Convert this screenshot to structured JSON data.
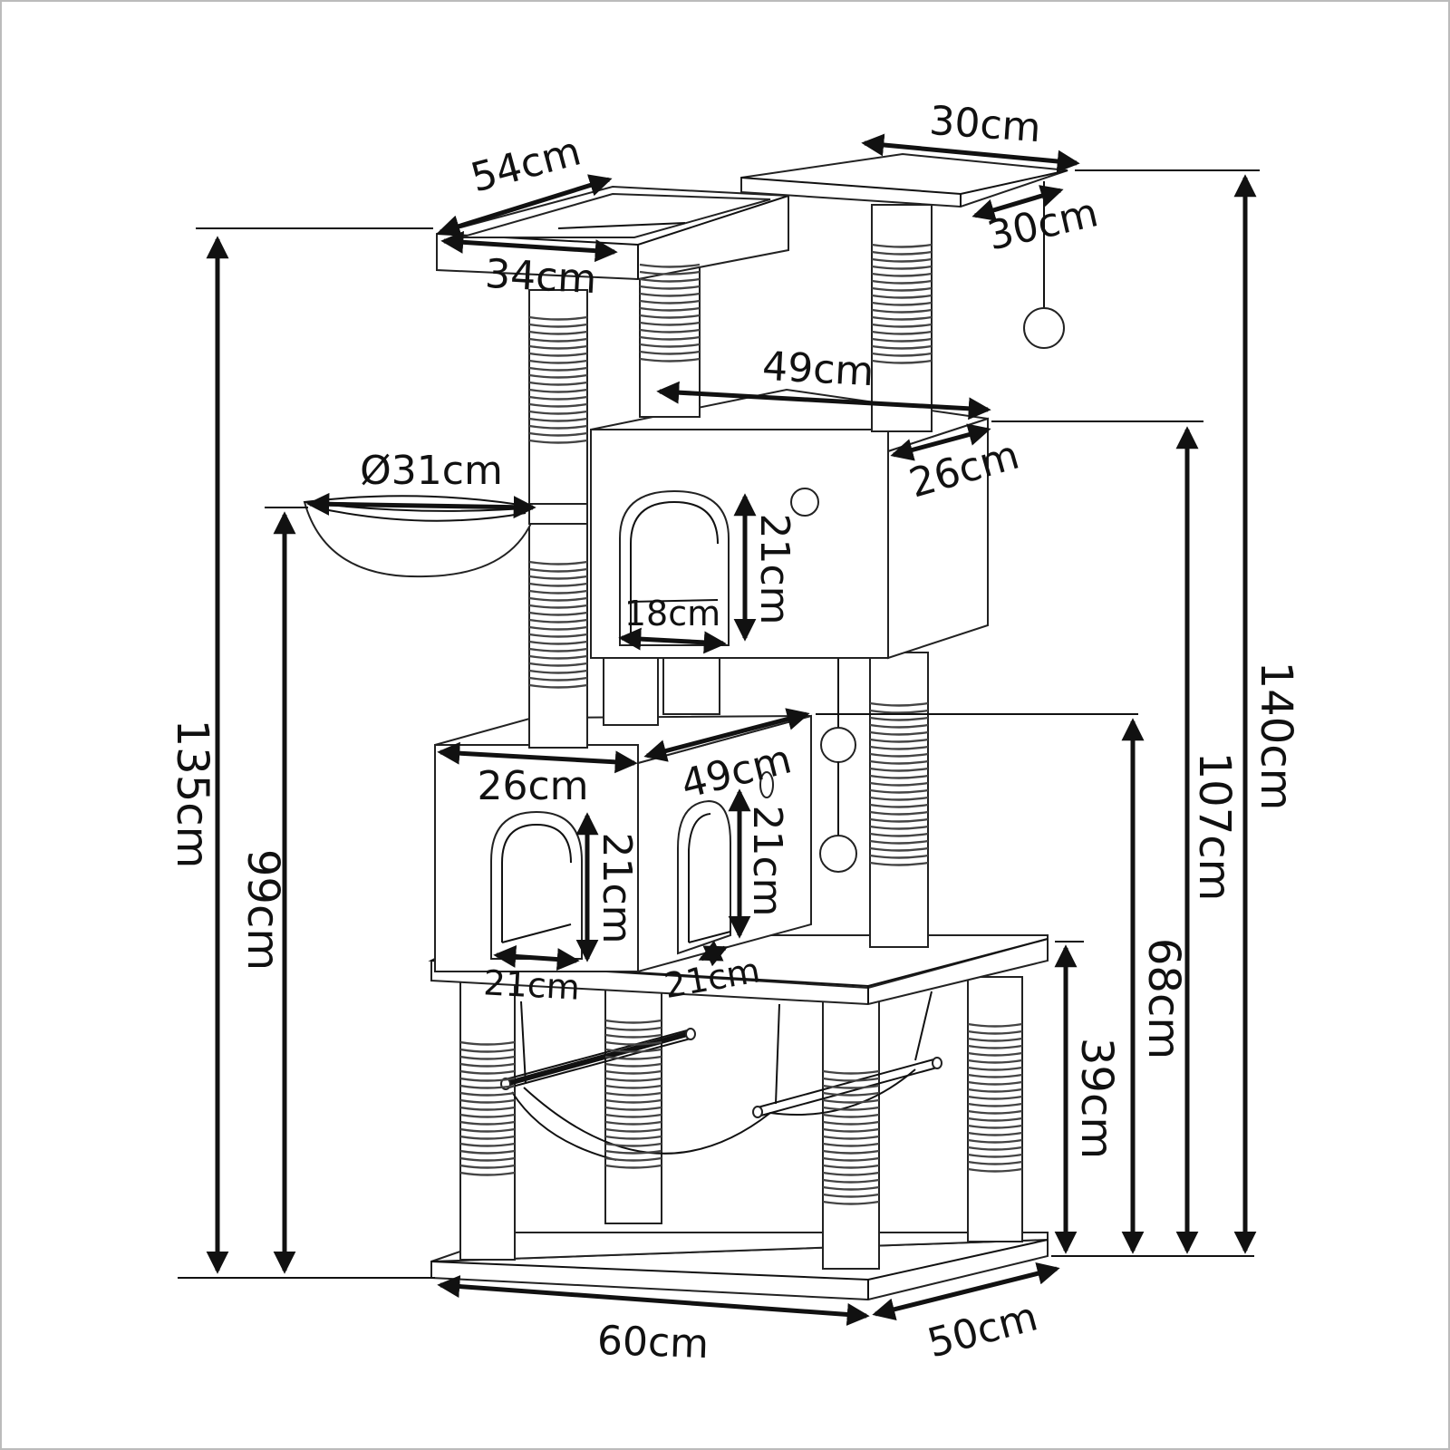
{
  "labels": {
    "top_right_width": "30cm",
    "top_right_depth": "30cm",
    "top_left_width": "54cm",
    "top_left_depth": "34cm",
    "upper_condo_width": "49cm",
    "upper_condo_depth": "26cm",
    "basket_diameter": "Ø31cm",
    "upper_door_height": "21cm",
    "upper_door_width": "18cm",
    "lower_condo_depth": "26cm",
    "lower_condo_width": "49cm",
    "lower_left_door_height": "21cm",
    "lower_left_door_width": "21cm",
    "lower_right_door_height": "21cm",
    "lower_right_door_width": "21cm",
    "base_width": "60cm",
    "base_depth": "50cm",
    "height_left_top": "135cm",
    "height_basket": "99cm",
    "height_total": "140cm",
    "height_upper_condo": "107cm",
    "height_lower_condo": "68cm",
    "height_hammock_platform": "39cm"
  }
}
